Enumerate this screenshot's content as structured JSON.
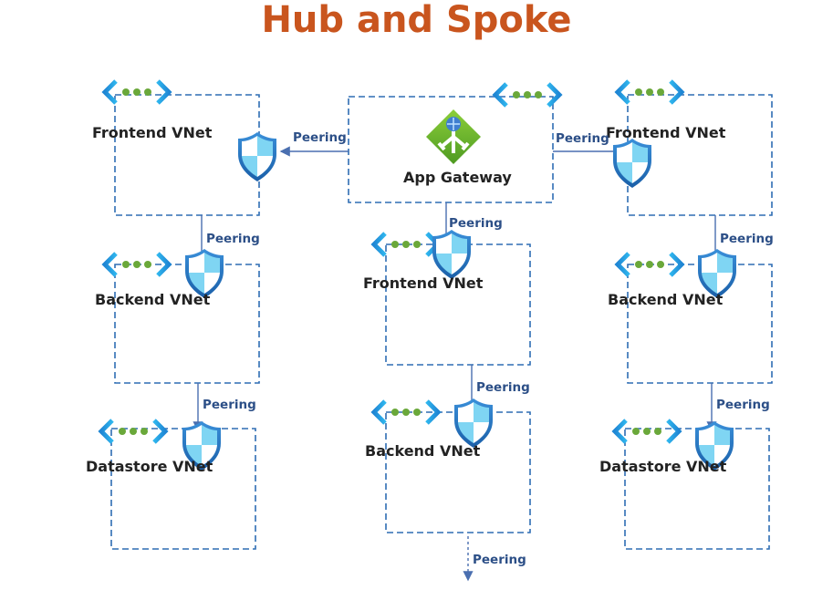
{
  "title": "Hub and Spoke",
  "hub": {
    "label": "App Gateway"
  },
  "spokes": {
    "left": {
      "top": "Frontend VNet",
      "mid": "Backend VNet",
      "bottom": "Datastore VNet"
    },
    "center": {
      "top": "Frontend VNet",
      "mid": "Backend VNet"
    },
    "right": {
      "top": "Frontend VNet",
      "mid": "Backend VNet",
      "bottom": "Datastore VNet"
    }
  },
  "peering": "Peering",
  "icons": [
    "vnet-icon",
    "shield-icon",
    "app-gateway-icon",
    "arrow-icon"
  ],
  "colors": {
    "title": "#c9551e",
    "box": "#2e6db4",
    "peering_text": "#2c4f87"
  }
}
